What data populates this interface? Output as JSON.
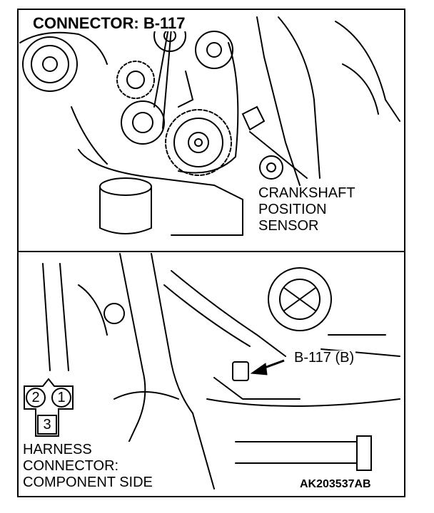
{
  "title": "CONNECTOR: B-117",
  "crankshaft_label": "CRANKSHAFT\nPOSITION\nSENSOR",
  "connector_label": "B-117 (B)",
  "harness_label": "HARNESS\nCONNECTOR:\nCOMPONENT SIDE",
  "figure_code": "AK203537AB",
  "pins": [
    "1",
    "2",
    "3"
  ],
  "colors": {
    "ink": "#000000",
    "paper": "#ffffff"
  }
}
